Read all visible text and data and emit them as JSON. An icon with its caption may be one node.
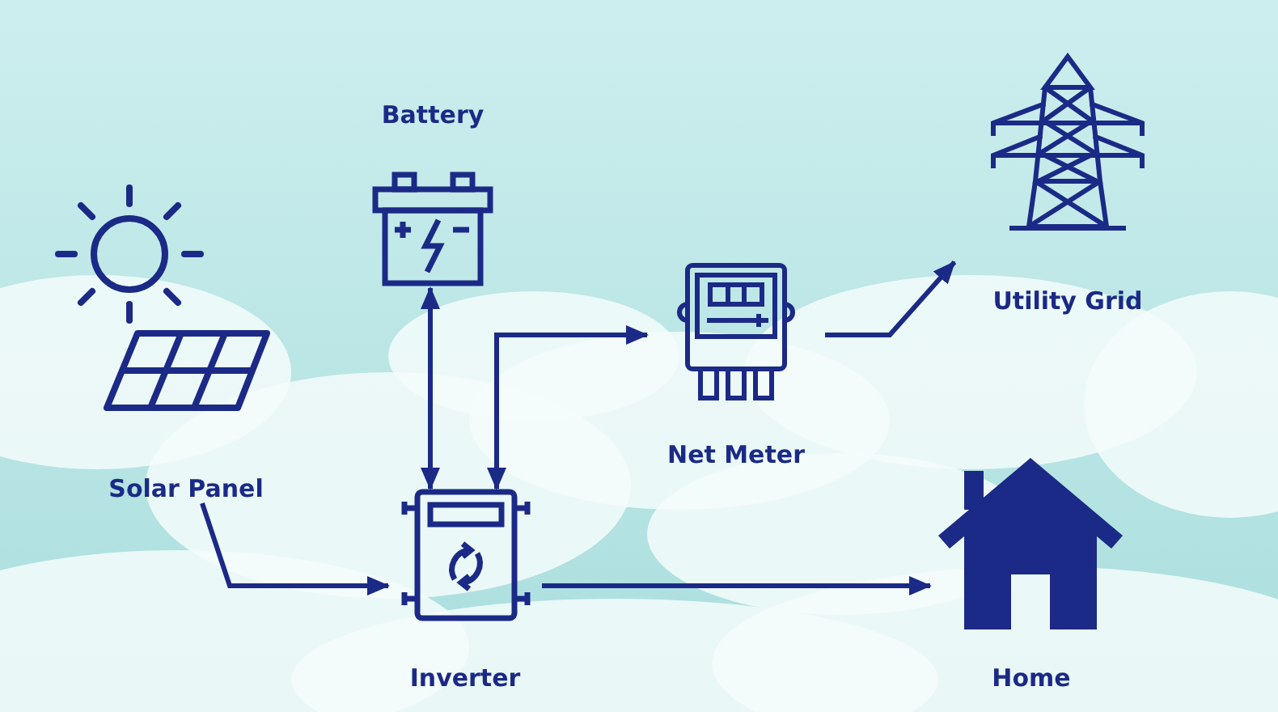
{
  "diagram": {
    "nodes": [
      {
        "text": [
          "Battery"
        ]
      },
      {
        "text": [
          "Utility Grid"
        ]
      },
      {
        "text": [
          "Solar Panel"
        ]
      },
      {
        "text": [
          "Net Meter"
        ]
      },
      {
        "text": [
          "Inverter"
        ]
      },
      {
        "text": [
          "Home"
        ]
      }
    ],
    "edges": [
      {
        "from": 2,
        "to": 4,
        "arrow": "to"
      },
      {
        "from": 0,
        "to": 4,
        "arrow": "both"
      },
      {
        "from": 4,
        "to": 3,
        "arrow": "both"
      },
      {
        "from": 3,
        "to": 1,
        "arrow": "to"
      },
      {
        "from": 4,
        "to": 5,
        "arrow": "to"
      }
    ]
  }
}
